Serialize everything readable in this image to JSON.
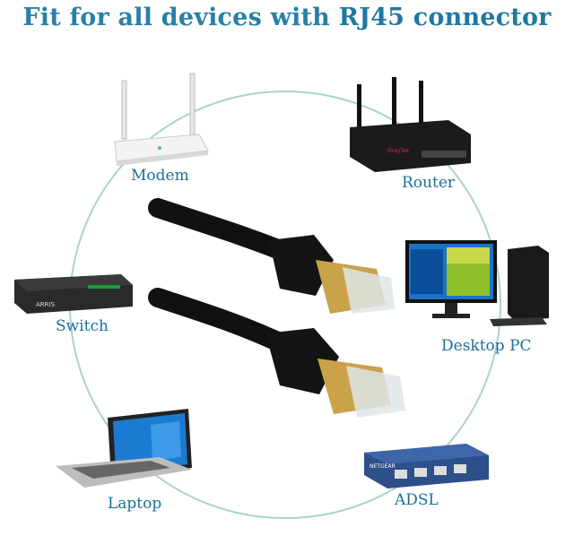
{
  "title": {
    "line_part1": "Fit for all devices with ",
    "line_part2": "RJ45 connector"
  },
  "devices": {
    "modem": "Modem",
    "router": "Router",
    "switch": "Switch",
    "desktop": "Desktop PC",
    "laptop": "Laptop",
    "adsl": "ADSL"
  },
  "device_text": {
    "arris": "ARRIS",
    "netgear": "NETGEAR",
    "router_brand": "DrayTek"
  },
  "colors": {
    "title": "#2a7fa6",
    "labels": "#1c6f98",
    "circle": "#a9d3cf",
    "cable": "#111111",
    "plug_gold": "#c9a24a"
  }
}
